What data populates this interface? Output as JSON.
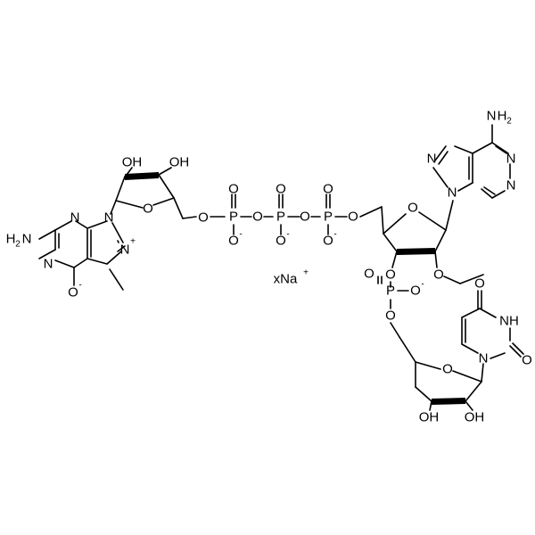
{
  "labels": {
    "nh2_guanine": "H",
    "nh2_guanine_n": "N",
    "nh2_guanine_2": "2",
    "n_g1": "N",
    "n_g3": "N",
    "n_g9": "N",
    "n_g7": "N",
    "n_g7_charge": "+",
    "o_g6": "O",
    "o_g6_charge": "-",
    "oh_r1_a": "OH",
    "oh_r1_b": "OH",
    "o_r1_ring": "O",
    "o_r1_5": "O",
    "p1": "P",
    "p1_o_top": "O",
    "p1_o_bot": "O",
    "p1_o_bot_charge": "-",
    "o_b12": "O",
    "p2": "P",
    "p2_o_top": "O",
    "p2_o_bot": "O",
    "p2_o_bot_charge": "-",
    "o_b23": "O",
    "p3": "P",
    "p3_o_top": "O",
    "p3_o_bot": "O",
    "p3_o_bot_charge": "-",
    "o_b3r": "O",
    "o_r2_ring": "O",
    "o_r2_3": "O",
    "o_r2_ethyl": "O",
    "p4": "P",
    "p4_o_top": "O",
    "p4_o_right": "O",
    "p4_o_right_charge": "-",
    "o_p4_down": "O",
    "n_a9": "N",
    "n_a7": "N",
    "n_a1": "N",
    "n_a3": "N",
    "nh2_adenine_n": "N",
    "nh2_adenine_h": "H",
    "nh2_adenine_2": "2",
    "o_r3_ring": "O",
    "oh_r3_a": "OH",
    "oh_r3_b": "OH",
    "n_u1": "N",
    "nh_u3": "NH",
    "o_u2": "O",
    "o_u4": "O",
    "counterion": "xNa",
    "counterion_charge": "+"
  }
}
